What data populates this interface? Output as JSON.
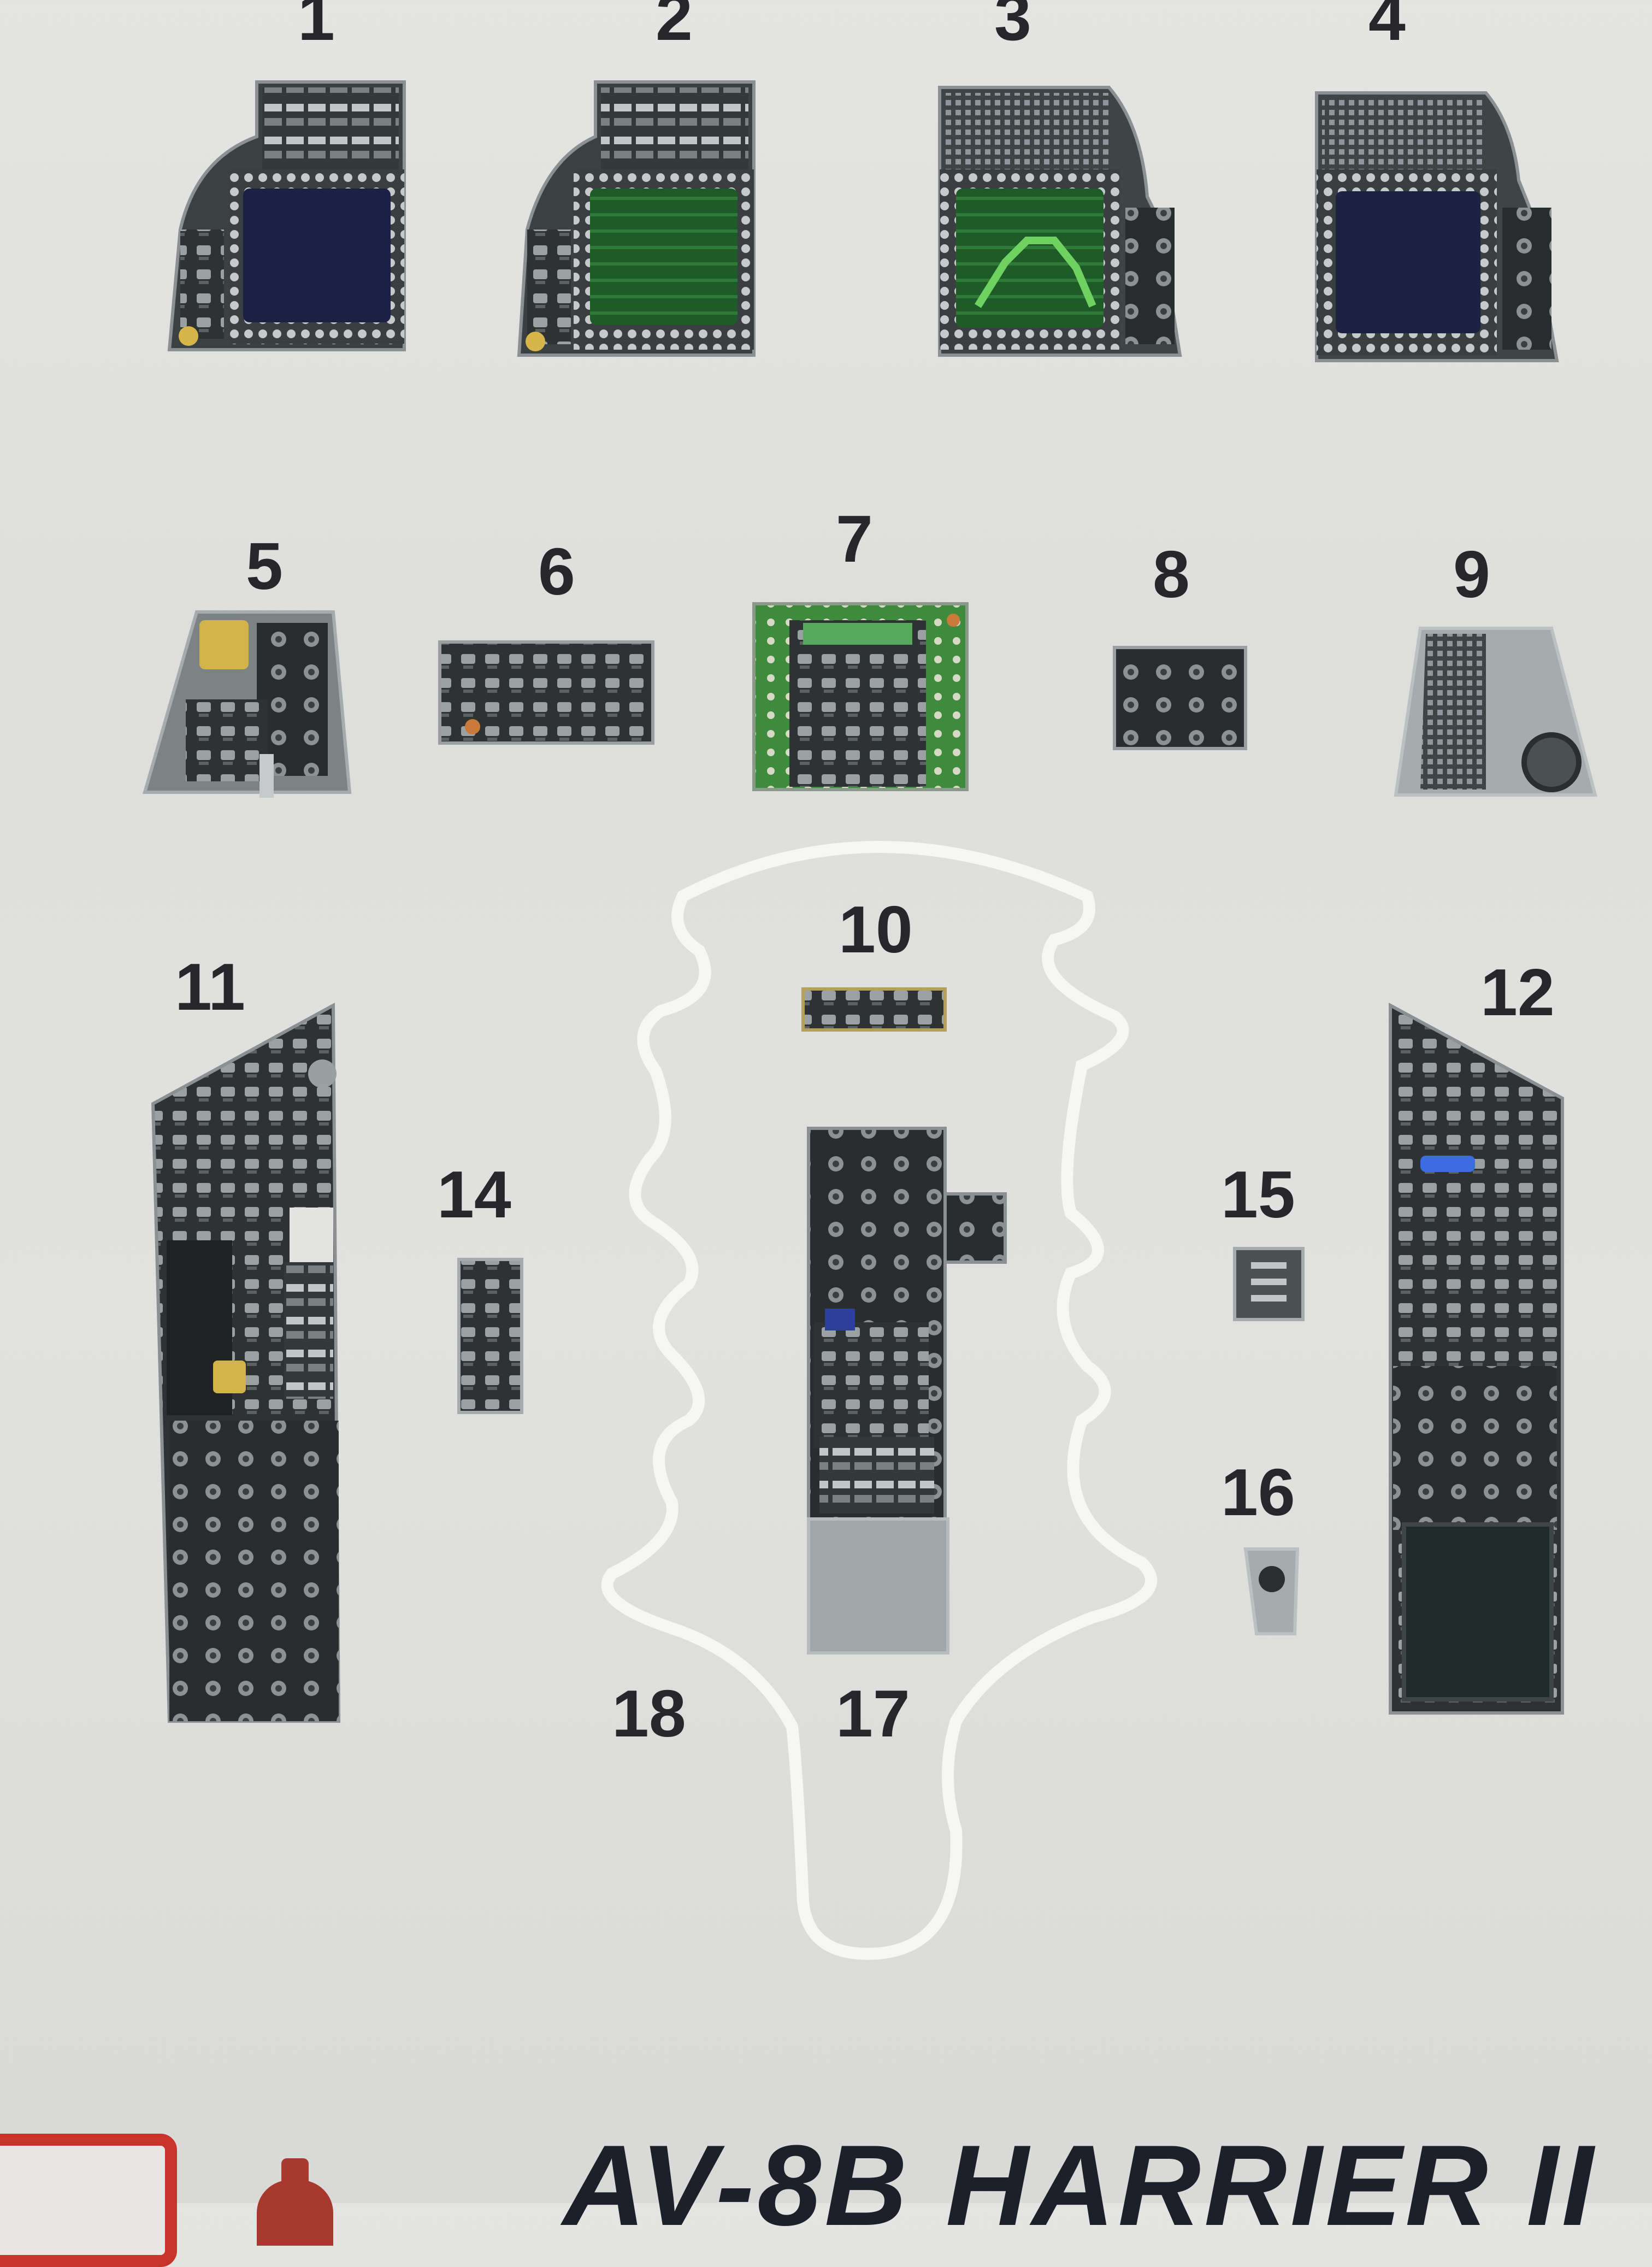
{
  "sheet": {
    "title": "AV-8B HARRIER II",
    "parts": [
      {
        "id": "p1",
        "label": "1"
      },
      {
        "id": "p2",
        "label": "2"
      },
      {
        "id": "p3",
        "label": "3"
      },
      {
        "id": "p4",
        "label": "4"
      },
      {
        "id": "p5",
        "label": "5"
      },
      {
        "id": "p6",
        "label": "6"
      },
      {
        "id": "p7",
        "label": "7"
      },
      {
        "id": "p8",
        "label": "8"
      },
      {
        "id": "p9",
        "label": "9"
      },
      {
        "id": "p10",
        "label": "10"
      },
      {
        "id": "p11",
        "label": "11"
      },
      {
        "id": "p12",
        "label": "12"
      },
      {
        "id": "p14",
        "label": "14"
      },
      {
        "id": "p15",
        "label": "15"
      },
      {
        "id": "p16",
        "label": "16"
      },
      {
        "id": "p17",
        "label": "17"
      },
      {
        "id": "p18",
        "label": "18"
      }
    ]
  },
  "colors": {
    "background": "#e0e0de",
    "panel_dark": "#2b2e2f",
    "panel_mid": "#4a4f52",
    "screen_blue": "#1a2145",
    "screen_green": "#1f5a2b",
    "pcb_green": "#3f8a3e",
    "logo_red": "#c8342c"
  }
}
